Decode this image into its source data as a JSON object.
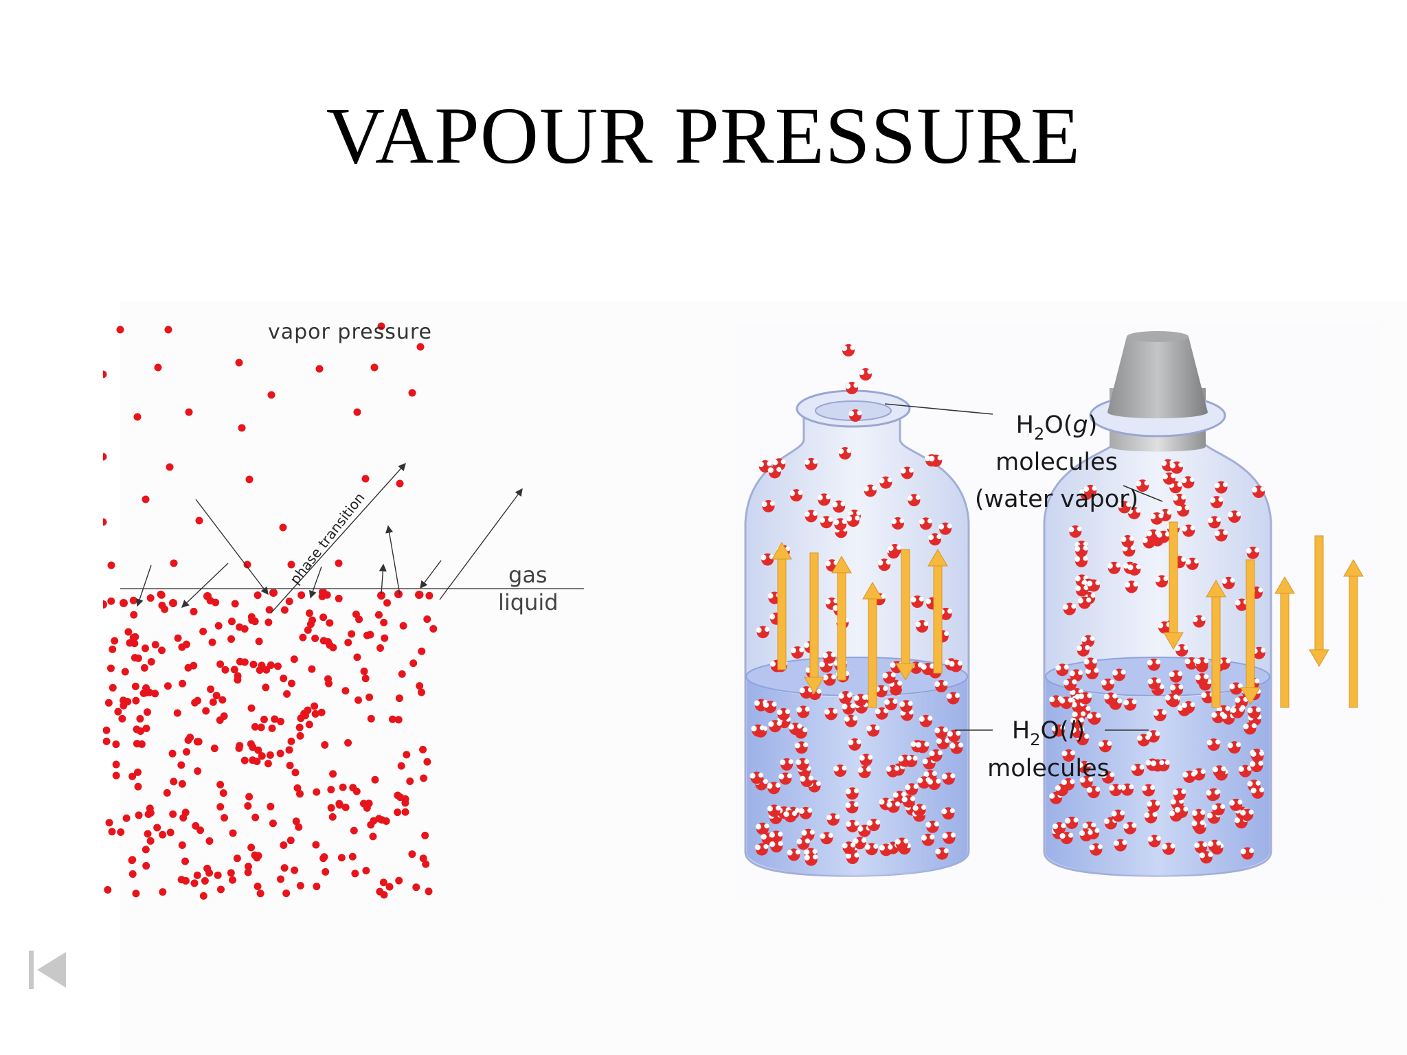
{
  "slide": {
    "title": "VAPOUR PRESSURE"
  },
  "left_diagram": {
    "label_top": "vapor pressure",
    "label_rotated": "phase transition",
    "label_gas": "gas",
    "label_liquid": "liquid",
    "particle_color": "#e8141b"
  },
  "right_diagram": {
    "gas_label": {
      "formula_main": "H",
      "sub": "2",
      "rest": "O(",
      "state": "g",
      "close": ")",
      "line2": "molecules",
      "line3": "(water vapor)"
    },
    "liquid_label": {
      "formula_main": "H",
      "sub": "2",
      "rest": "O(",
      "state": "l",
      "close": ")",
      "line2": "molecules"
    },
    "arrow_color": "#f6b83d",
    "water_color": "#a8bff0"
  },
  "navigation": {
    "first_slide_icon": "first-slide-icon"
  }
}
